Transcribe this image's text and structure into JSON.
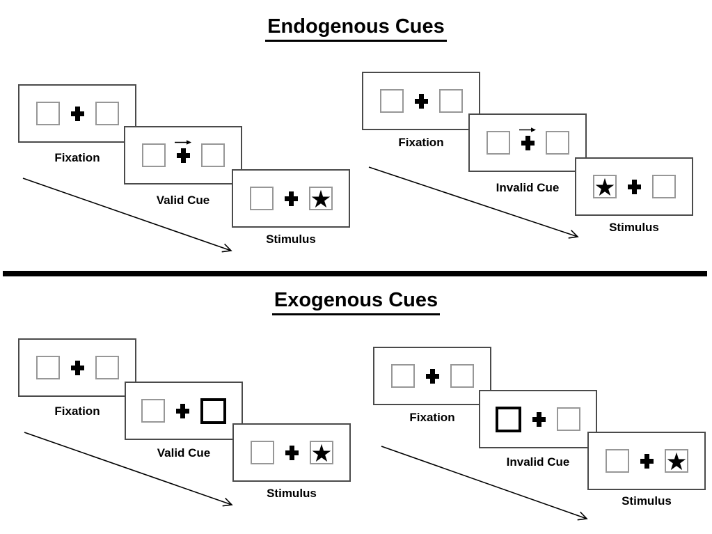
{
  "figure_kind": "Posner spatial cueing task diagram",
  "colors": {
    "ink": "#000000",
    "panel_border": "#4a4a4a",
    "box_border": "#979797",
    "background": "#ffffff"
  },
  "icons": {
    "fixation_cross": "bold plus sign",
    "cue_arrow": "small right-pointing arrow above fixation cross",
    "cue_box": "thick black outlined square",
    "star": "black five-pointed star",
    "sequence_arrow": "diagonal arrow pointing down-right"
  },
  "sections": [
    {
      "title": "Endogenous Cues",
      "trials": [
        {
          "steps": [
            {
              "label": "Fixation",
              "cue": "none",
              "stimulus_side": "none"
            },
            {
              "label": "Valid Cue",
              "cue": "arrow-right-above-cross",
              "stimulus_side": "none"
            },
            {
              "label": "Stimulus",
              "cue": "none",
              "stimulus_side": "right"
            }
          ]
        },
        {
          "steps": [
            {
              "label": "Fixation",
              "cue": "none",
              "stimulus_side": "none"
            },
            {
              "label": "Invalid Cue",
              "cue": "arrow-right-above-cross",
              "stimulus_side": "none"
            },
            {
              "label": "Stimulus",
              "cue": "none",
              "stimulus_side": "left"
            }
          ]
        }
      ]
    },
    {
      "title": "Exogenous Cues",
      "trials": [
        {
          "steps": [
            {
              "label": "Fixation",
              "cue": "none",
              "stimulus_side": "none"
            },
            {
              "label": "Valid Cue",
              "cue": "thick-box-right",
              "stimulus_side": "none"
            },
            {
              "label": "Stimulus",
              "cue": "none",
              "stimulus_side": "right"
            }
          ]
        },
        {
          "steps": [
            {
              "label": "Fixation",
              "cue": "none",
              "stimulus_side": "none"
            },
            {
              "label": "Invalid Cue",
              "cue": "thick-box-left",
              "stimulus_side": "none"
            },
            {
              "label": "Stimulus",
              "cue": "none",
              "stimulus_side": "right"
            }
          ]
        }
      ]
    }
  ]
}
